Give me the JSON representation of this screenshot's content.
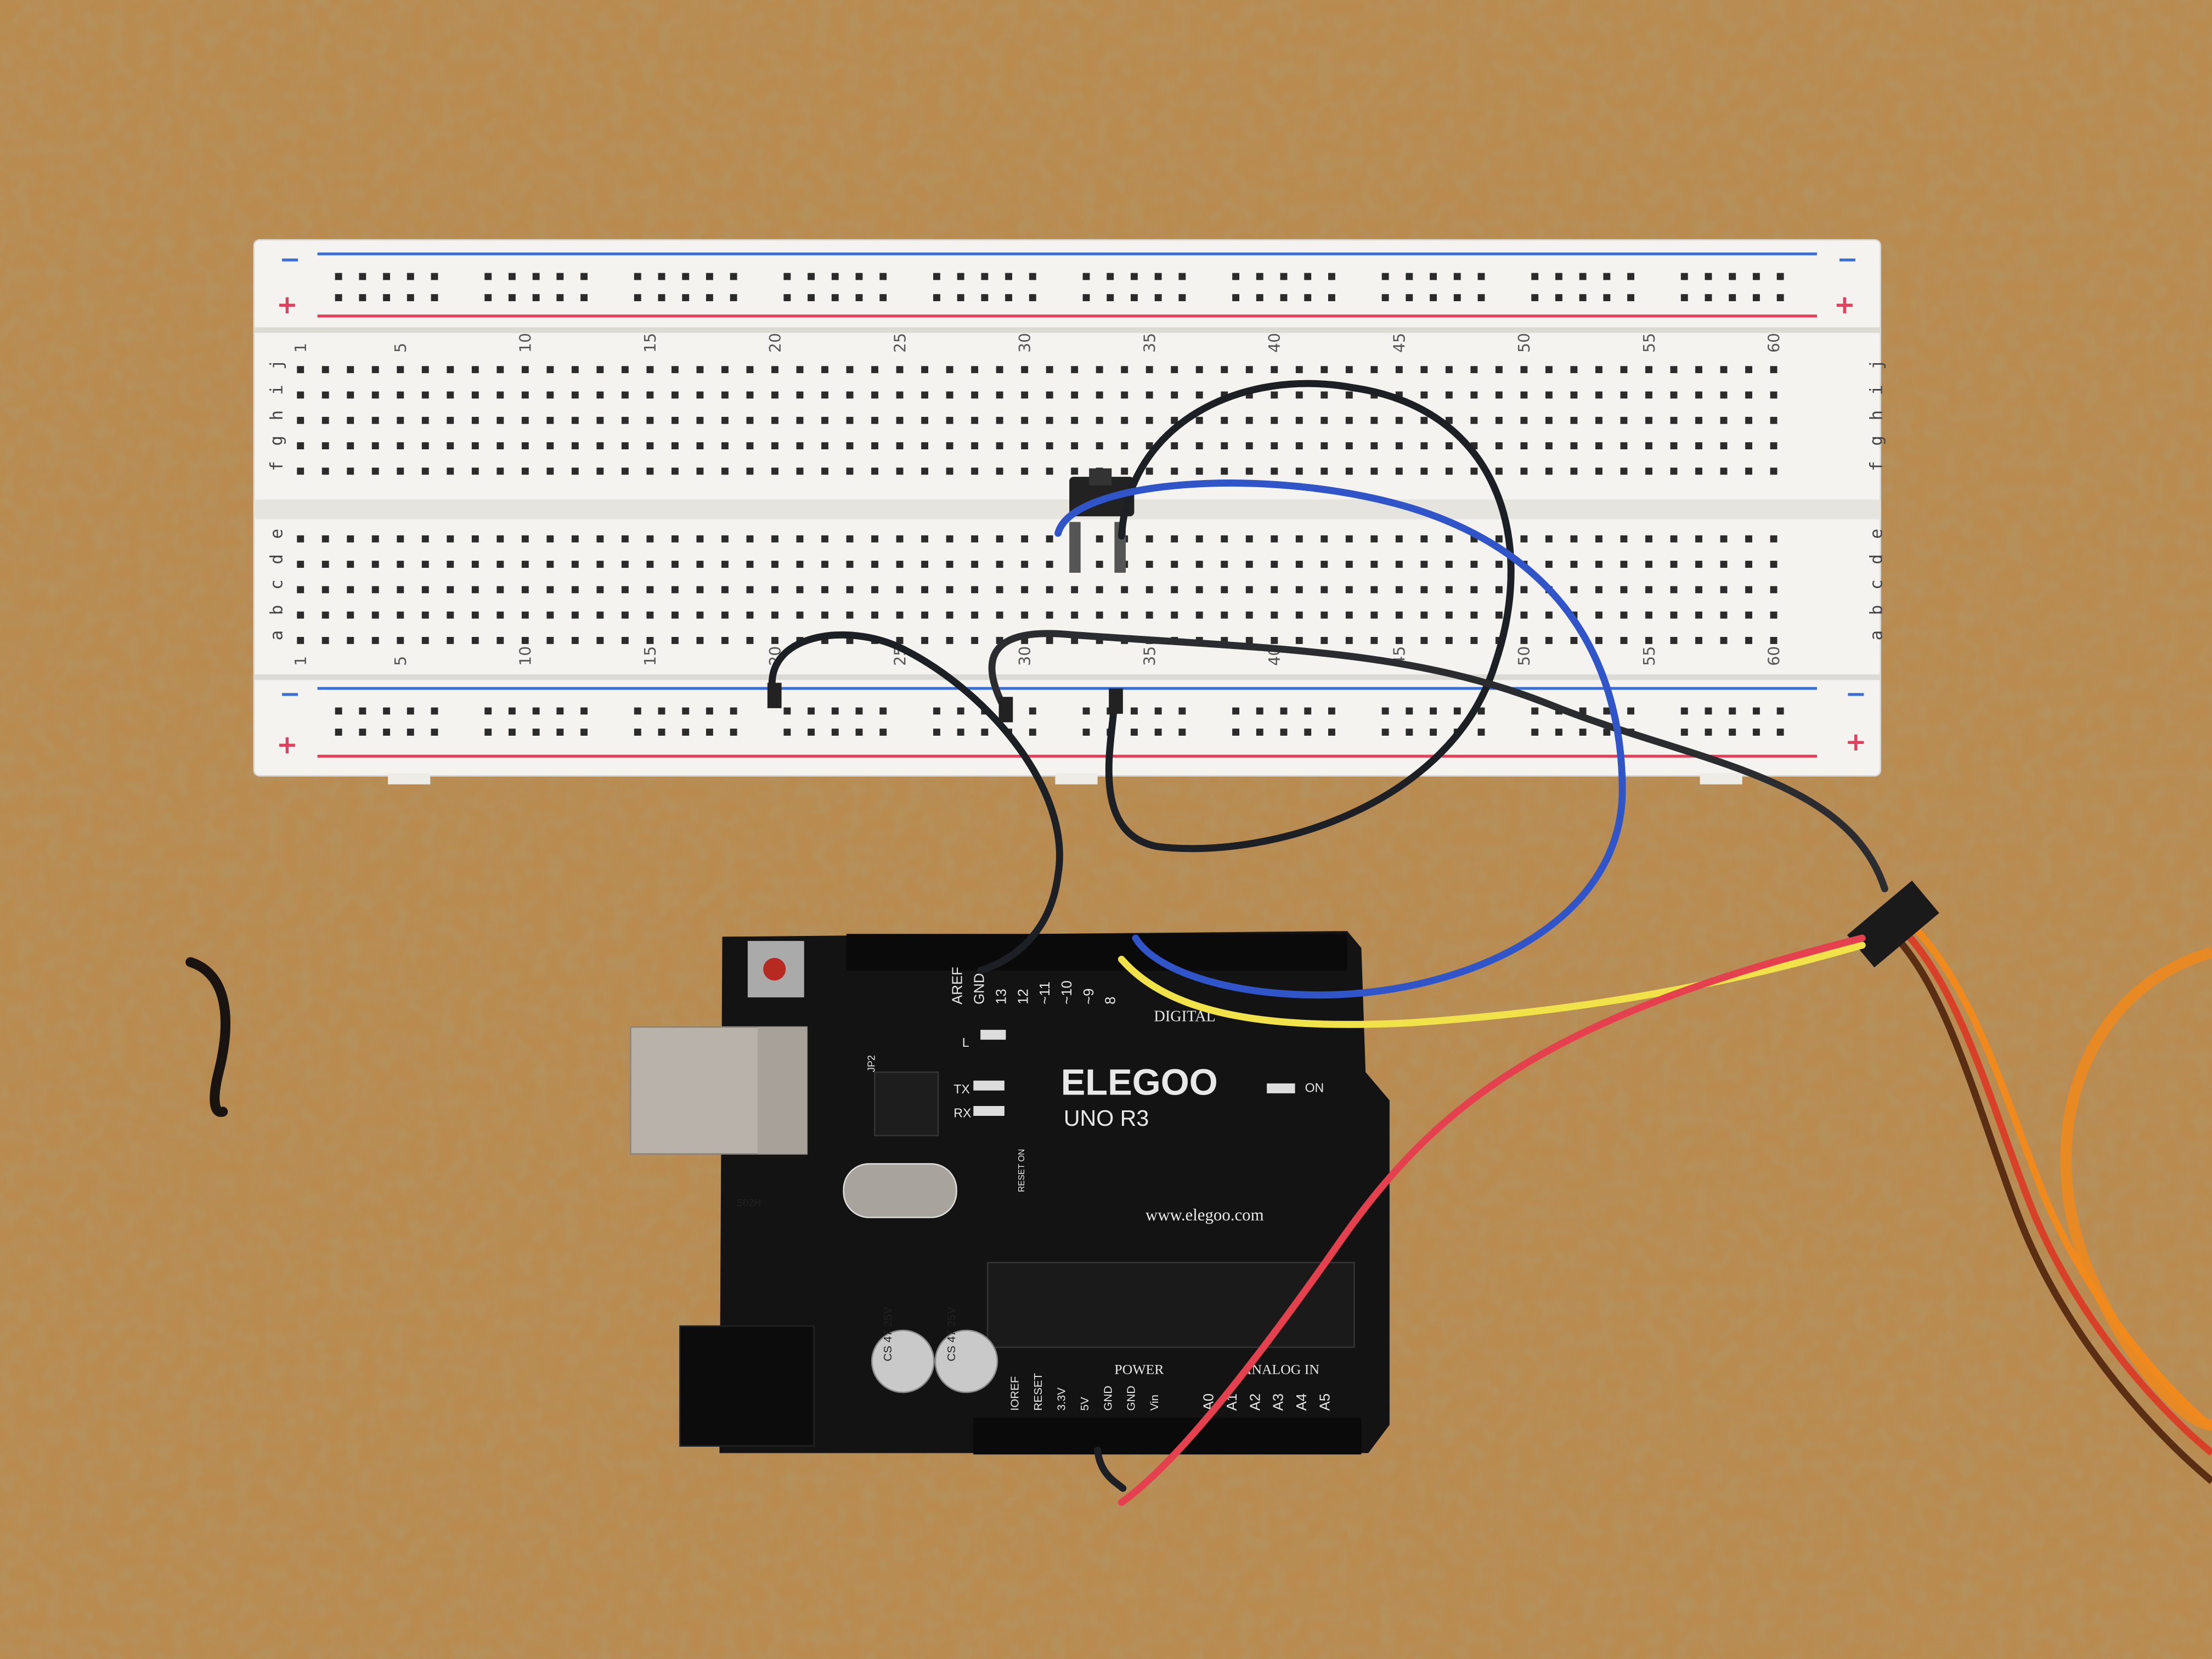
{
  "scene": {
    "description_colors": {
      "cork": "#b4854a",
      "breadboard": "#f4f3ef",
      "pcb": "#111111",
      "rail_red": "#e0405a",
      "rail_blue": "#3a6fd8"
    },
    "wires": {
      "black": "#1c1f24",
      "blue": "#2f55c8",
      "yellow": "#f2e24a",
      "red": "#e4404e",
      "servo_brown": "#5a2e12",
      "servo_red": "#d8402a",
      "servo_orange": "#f08a1c"
    }
  },
  "breadboard": {
    "rail_minus": "−",
    "rail_plus": "+",
    "column_labels": [
      "1",
      "5",
      "10",
      "15",
      "20",
      "25",
      "30",
      "35",
      "40",
      "45",
      "50",
      "55",
      "60"
    ],
    "column_numbers": [
      1,
      5,
      10,
      15,
      20,
      25,
      30,
      35,
      40,
      45,
      50,
      55,
      60
    ],
    "top_rows": [
      "f",
      "g",
      "h",
      "i",
      "j"
    ],
    "bottom_rows": [
      "a",
      "b",
      "c",
      "d",
      "e"
    ]
  },
  "arduino": {
    "brand": "ELEGOO",
    "model": "UNO R3",
    "website": "www.elegoo.com",
    "digital_label": "DIGITAL",
    "power_label": "POWER",
    "analog_label": "ANALOG IN",
    "digital_pins": [
      "AREF",
      "GND",
      "13",
      "12",
      "~11",
      "~10",
      "~9",
      "8"
    ],
    "power_pins": [
      "IOREF",
      "RESET",
      "3.3V",
      "5V",
      "GND",
      "GND",
      "Vin"
    ],
    "analog_pins": [
      "A0",
      "A1",
      "A2",
      "A3",
      "A4",
      "A5"
    ],
    "led_tx": "TX",
    "led_rx": "RX",
    "led_l": "L",
    "led_on": "ON",
    "jp2": "JP2",
    "reset_on": "RESET ON",
    "capacitor_text": [
      "CS",
      "47",
      "25V"
    ],
    "regulator_text": "S02H"
  }
}
